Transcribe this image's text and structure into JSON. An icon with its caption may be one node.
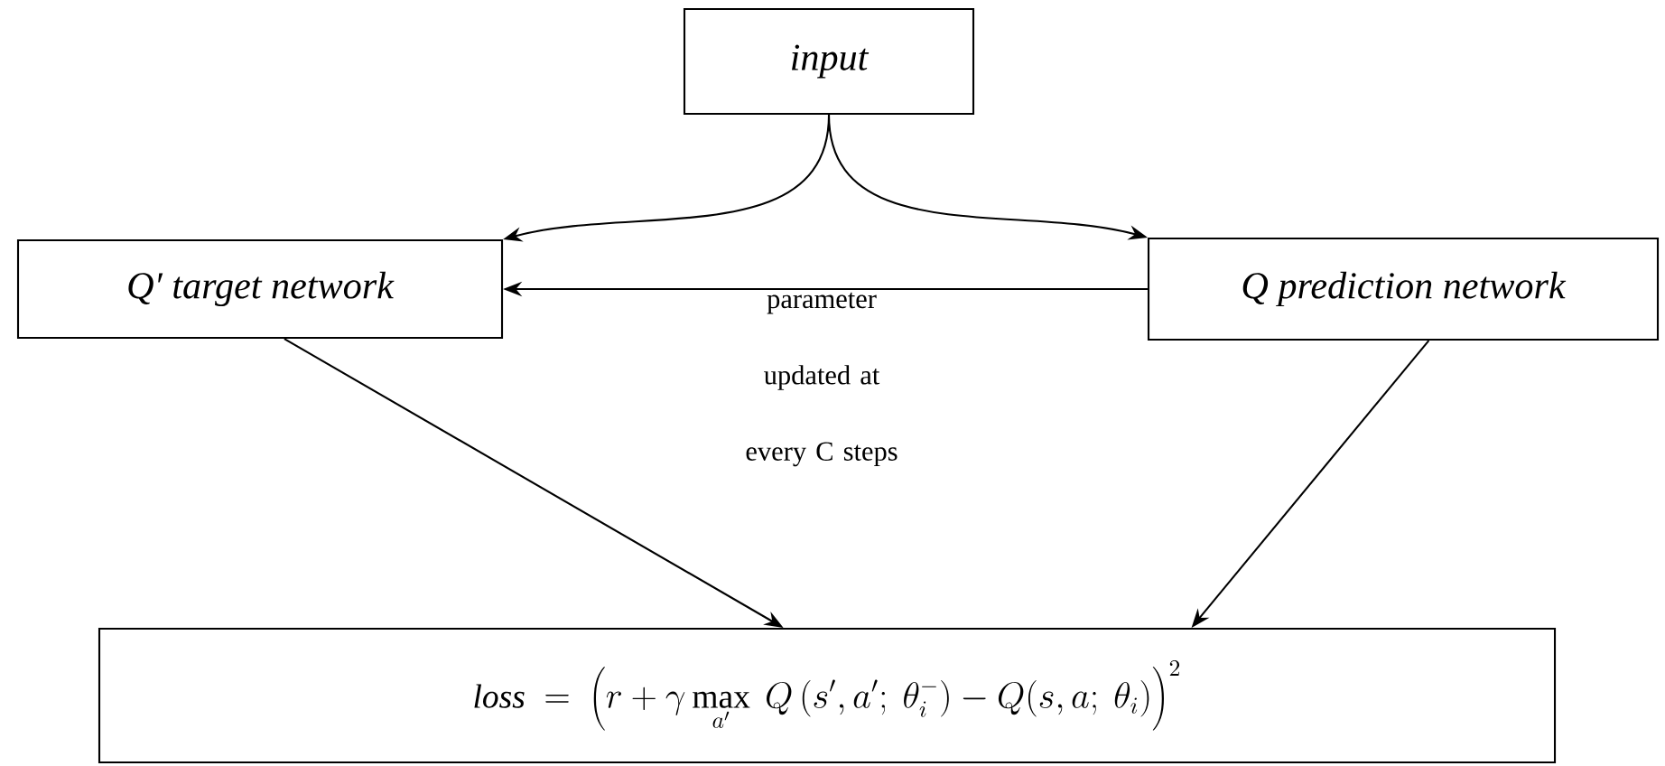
{
  "diagram": {
    "nodes": [
      {
        "text": [
          "input"
        ]
      },
      {
        "text": [
          "Q′ target network"
        ]
      },
      {
        "text": [
          "Q prediction network"
        ]
      },
      {
        "text": [
          "\\mathit{loss}\\ =\\ \\left(r+\\gamma\\max_{a'}\\ Q\\left(s',a';\\ \\theta_i^{-}\\right)-Q(s,a;\\ \\theta_i)\\right)^2"
        ]
      }
    ],
    "edges": [
      {
        "from": 0,
        "to": 1,
        "arrow": "to"
      },
      {
        "from": 0,
        "to": 2,
        "arrow": "to"
      },
      {
        "from": 2,
        "to": 1,
        "arrow": "to",
        "label": "parameter updated at every C steps"
      },
      {
        "from": 1,
        "to": 3,
        "arrow": "to"
      },
      {
        "from": 2,
        "to": 3,
        "arrow": "to"
      }
    ]
  }
}
